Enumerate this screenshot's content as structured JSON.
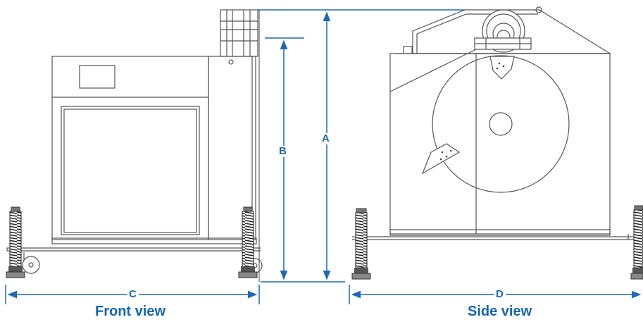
{
  "labels": {
    "dim_a": "A",
    "dim_b": "B",
    "dim_c": "C",
    "dim_d": "D",
    "front_view": "Front view",
    "side_view": "Side view"
  },
  "colors": {
    "dimension_blue": "#1d68b5",
    "caption_blue": "#1565b0",
    "drawing_line": "#555555",
    "brush": "#333333"
  },
  "icons": {
    "arrow": "dimension-arrow-icon",
    "caster": "caster-wheel-icon",
    "leveling_foot": "leveling-foot-icon"
  }
}
